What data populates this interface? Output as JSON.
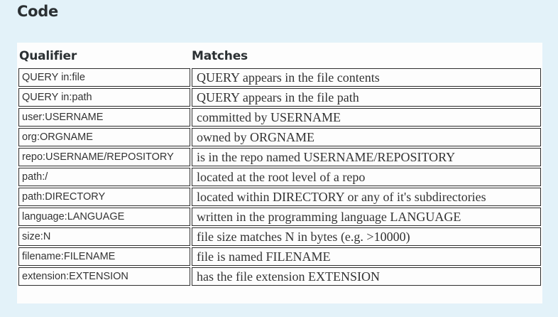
{
  "section": {
    "title": "Code"
  },
  "table": {
    "headers": {
      "qualifier": "Qualifier",
      "matches": "Matches"
    },
    "rows": [
      {
        "qualifier": "QUERY in:file",
        "matches": "QUERY appears in the file contents"
      },
      {
        "qualifier": "QUERY in:path",
        "matches": "QUERY appears in the file path"
      },
      {
        "qualifier": "user:USERNAME",
        "matches": "committed by USERNAME"
      },
      {
        "qualifier": "org:ORGNAME",
        "matches": "owned by ORGNAME"
      },
      {
        "qualifier": "repo:USERNAME/REPOSITORY",
        "matches": "is in the repo named USERNAME/REPOSITORY"
      },
      {
        "qualifier": "path:/",
        "matches": "located at the root level of a repo"
      },
      {
        "qualifier": "path:DIRECTORY",
        "matches": "located within DIRECTORY or any of it's subdirectories"
      },
      {
        "qualifier": "language:LANGUAGE",
        "matches": "written in the programming language LANGUAGE"
      },
      {
        "qualifier": "size:N",
        "matches": "file size matches N in bytes (e.g. >10000)"
      },
      {
        "qualifier": "filename:FILENAME",
        "matches": "file is named FILENAME"
      },
      {
        "qualifier": "extension:EXTENSION",
        "matches": "has the file extension EXTENSION"
      }
    ]
  },
  "colors": {
    "page_background": "#e3f2f9",
    "table_background": "#fdfdfd",
    "border": "#2e2e2e",
    "heading_text": "#2b3033",
    "body_text": "#333333"
  }
}
